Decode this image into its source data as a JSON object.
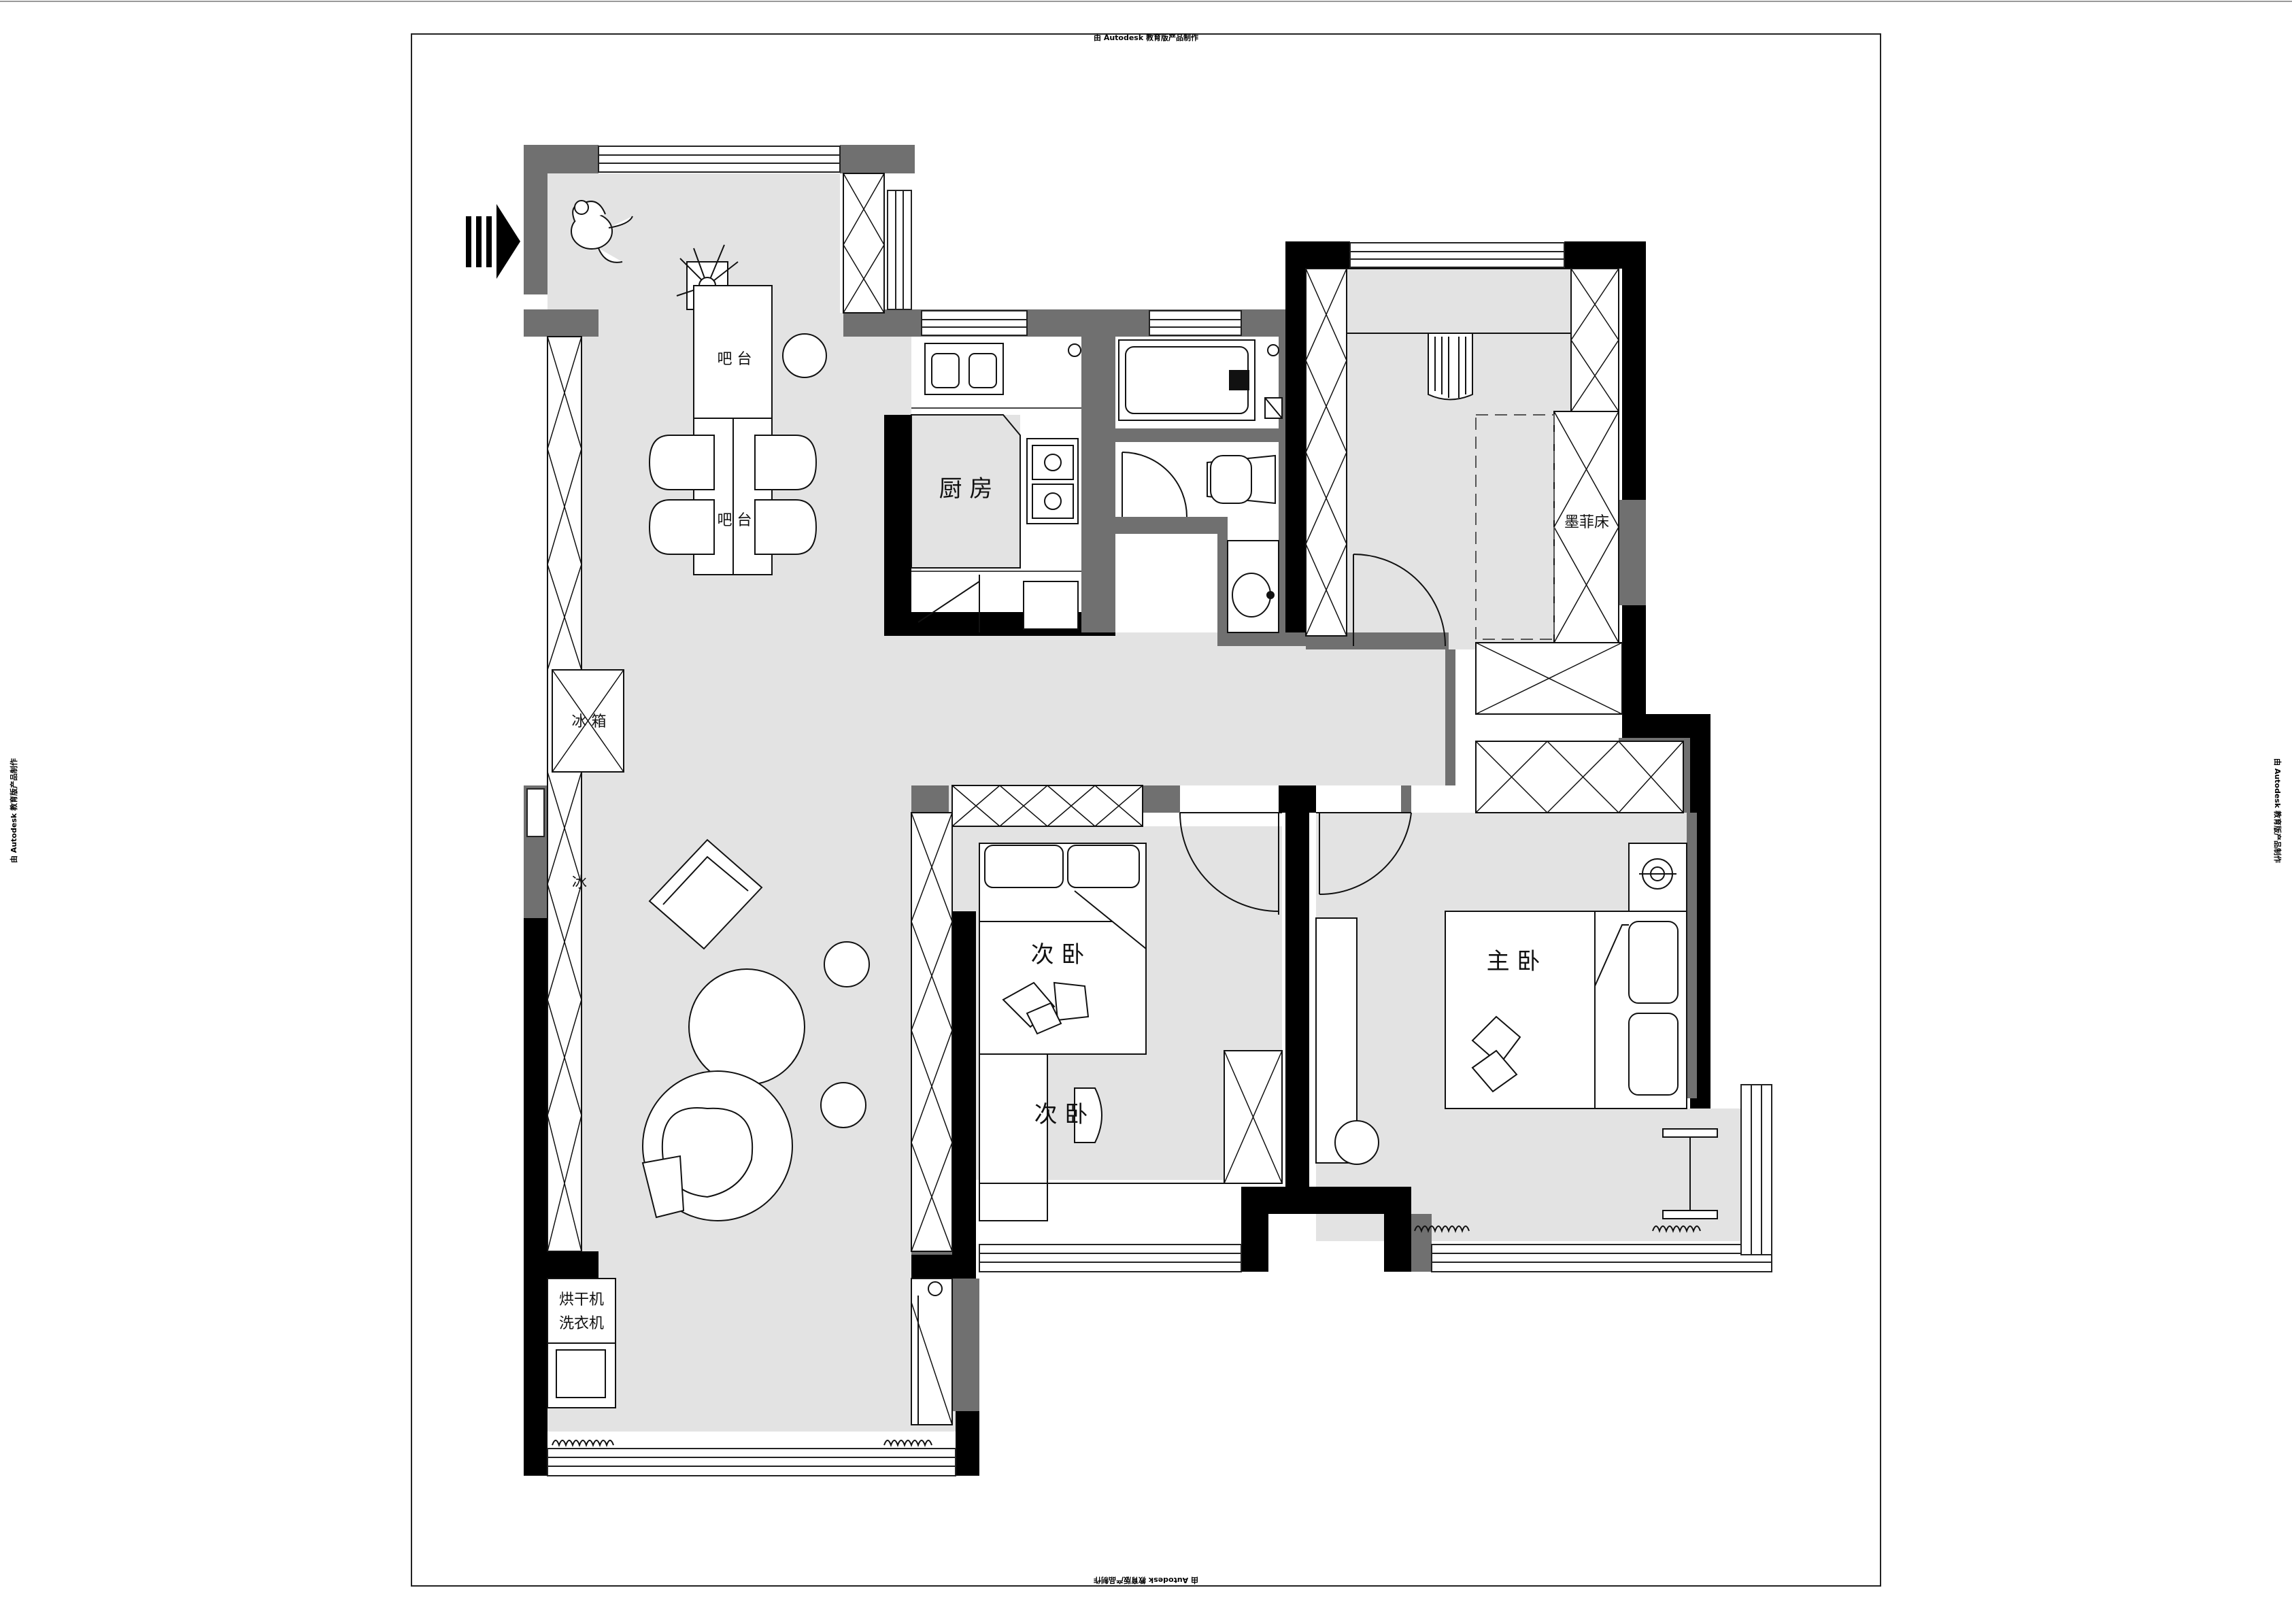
{
  "stamp": {
    "top": "由 Autodesk 教育版产品制作",
    "bottom": "由 Autodesk 教育版产品制作",
    "left": "由 Autodesk 教育版产品制作",
    "right": "由 Autodesk 教育版产品制作"
  },
  "labels": {
    "bar_top": "吧 台",
    "bar_bottom": "吧 台",
    "kitchen": "厨 房",
    "fridge": "冰 箱",
    "fridge_small": "冰",
    "murphy_bed": "墨菲床",
    "second_bedroom": "次 卧",
    "second_bedroom_desk": "次 卧",
    "master_bedroom": "主 卧",
    "dryer": "烘干机",
    "washer": "洗衣机"
  },
  "icons": {
    "entrance": "entrance-arrow-icon",
    "person": "person-figure-icon",
    "plant": "plant-icon"
  },
  "colors": {
    "floor": "#e3e3e3",
    "wall": "#000000",
    "partition": "#707070",
    "line": "#111111",
    "paper": "#ffffff"
  }
}
